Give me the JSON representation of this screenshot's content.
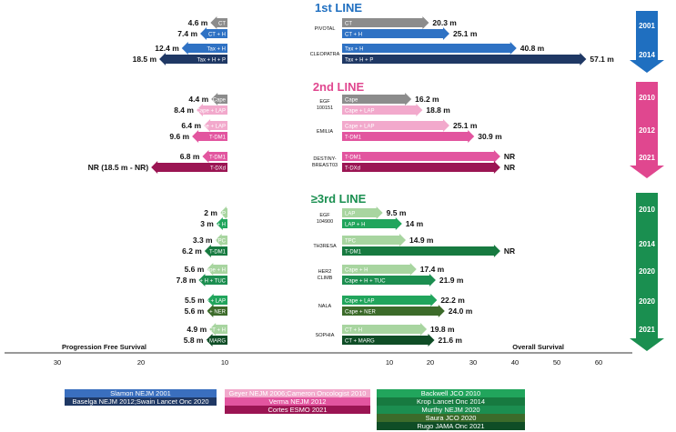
{
  "chart_data": {
    "type": "bar",
    "title": "",
    "left_axis_label": "Progression Free Survival",
    "right_axis_label": "Overall Survival",
    "pfs_ticks": [
      "30",
      "20",
      "10"
    ],
    "os_ticks": [
      "10",
      "20",
      "30",
      "40",
      "50",
      "60"
    ],
    "colors": {
      "line1": "#2E6EB5",
      "line1_dark": "#1F3864",
      "line2": "#E75AA5",
      "line2_dark": "#9B1553",
      "line3": "#1E9E57",
      "line3_dark": "#116B3A",
      "grey": "#808080"
    },
    "sections": [
      {
        "name": "1st LINE",
        "color": "#1F6FC0",
        "years": [
          "2001",
          "2014"
        ],
        "trials": [
          {
            "label": "PIVOTAL",
            "arms": [
              {
                "name": "CT",
                "pfs": 4.6,
                "pfs_label": "4.6 m",
                "os": 20.3,
                "os_label": "20.3 m",
                "color": "#8C8C8C"
              },
              {
                "name": "CT + H",
                "pfs": 7.4,
                "pfs_label": "7.4 m",
                "os": 25.1,
                "os_label": "25.1 m",
                "color": "#2F72C4"
              }
            ]
          },
          {
            "label": "CLEOPATRA",
            "arms": [
              {
                "name": "Tax + H",
                "pfs": 12.4,
                "pfs_label": "12.4 m",
                "os": 40.8,
                "os_label": "40.8 m",
                "color": "#2F72C4"
              },
              {
                "name": "Tax + H + P",
                "pfs": 18.5,
                "pfs_label": "18.5 m",
                "os": 57.1,
                "os_label": "57.1 m",
                "color": "#1F3864"
              }
            ]
          }
        ]
      },
      {
        "name": "2nd LINE",
        "color": "#E0478F",
        "years": [
          "2010",
          "2012",
          "2021"
        ],
        "trials": [
          {
            "label": "EGF 100151",
            "arms": [
              {
                "name": "Cape",
                "pfs": 4.4,
                "pfs_label": "4.4 m",
                "os": 16.2,
                "os_label": "16.2 m",
                "color": "#8C8C8C"
              },
              {
                "name": "Cape + LAP",
                "pfs": 8.4,
                "pfs_label": "8.4 m",
                "os": 18.8,
                "os_label": "18.8 m",
                "color": "#F2A9CC"
              }
            ]
          },
          {
            "label": "EMILIA",
            "arms": [
              {
                "name": "Cape + LAP",
                "pfs": 6.4,
                "pfs_label": "6.4 m",
                "os": 25.1,
                "os_label": "25.1 m",
                "color": "#F2A9CC"
              },
              {
                "name": "T-DM1",
                "pfs": 9.6,
                "pfs_label": "9.6 m",
                "os": 30.9,
                "os_label": "30.9 m",
                "color": "#E2559F"
              }
            ]
          },
          {
            "label": "DESTINY-BREAST03",
            "arms": [
              {
                "name": "T-DM1",
                "pfs": 6.8,
                "pfs_label": "6.8 m",
                "os": null,
                "os_label": "NR",
                "color": "#E2559F"
              },
              {
                "name": "T-DXd",
                "pfs": null,
                "pfs_label": "NR (18.5 m - NR)",
                "os": null,
                "os_label": "NR",
                "color": "#9B1553"
              }
            ]
          }
        ]
      },
      {
        "name": "≥3rd LINE",
        "color": "#1A8F50",
        "years": [
          "2010",
          "2014",
          "2020",
          "2020",
          "2021"
        ],
        "trials": [
          {
            "label": "EGF 104900",
            "arms": [
              {
                "name": "LAP",
                "pfs": 2,
                "pfs_label": "2 m",
                "os": 9.5,
                "os_label": "9.5 m",
                "color": "#A8D5A0"
              },
              {
                "name": "LAP + H",
                "pfs": 3,
                "pfs_label": "3 m",
                "os": 14,
                "os_label": "14 m",
                "color": "#21A55C"
              }
            ]
          },
          {
            "label": "TH3RESA",
            "arms": [
              {
                "name": "TPC",
                "pfs": 3.3,
                "pfs_label": "3.3 m",
                "os": 14.9,
                "os_label": "14.9 m",
                "color": "#A8D5A0"
              },
              {
                "name": "T-DM1",
                "pfs": 6.2,
                "pfs_label": "6.2 m",
                "os": null,
                "os_label": "NR",
                "color": "#177A40"
              }
            ]
          },
          {
            "label": "HER2 CLIMB",
            "arms": [
              {
                "name": "Cape + H",
                "pfs": 5.6,
                "pfs_label": "5.6 m",
                "os": 17.4,
                "os_label": "17.4 m",
                "color": "#A8D5A0"
              },
              {
                "name": "Cape + H + TUC",
                "pfs": 7.8,
                "pfs_label": "7.8 m",
                "os": 21.9,
                "os_label": "21.9 m",
                "color": "#1C8E50"
              }
            ]
          },
          {
            "label": "NALA",
            "arms": [
              {
                "name": "Cape + LAP",
                "pfs": 5.5,
                "pfs_label": "5.5 m",
                "os": 22.2,
                "os_label": "22.2 m",
                "color": "#21A55C"
              },
              {
                "name": "Cape + NER",
                "pfs": 5.6,
                "pfs_label": "5.6 m",
                "os": 24.0,
                "os_label": "24.0 m",
                "color": "#3C6B2A"
              }
            ]
          },
          {
            "label": "SOPHIA",
            "arms": [
              {
                "name": "CT + H",
                "pfs": 4.9,
                "pfs_label": "4.9 m",
                "os": 19.8,
                "os_label": "19.8 m",
                "color": "#A8D5A0"
              },
              {
                "name": "CT + MARG",
                "pfs": 5.8,
                "pfs_label": "5.8 m",
                "os": 21.6,
                "os_label": "21.6 m",
                "color": "#0F4D26"
              }
            ]
          }
        ]
      }
    ],
    "references": [
      [
        {
          "text": "Slamon NEJM 2001",
          "color": "#3A6FBF"
        },
        {
          "text": "Baselga NEJM 2012;Swain Lancet Onc 2020",
          "color": "#1F3864"
        }
      ],
      [
        {
          "text": "Geyer NEJM 2006;Cameron Oncologist 2010",
          "color": "#F2A9CC"
        },
        {
          "text": "Verma NEJM 2012",
          "color": "#E2559F"
        },
        {
          "text": "Cortes ESMO 2021",
          "color": "#9B1553"
        }
      ],
      [
        {
          "text": "Backwell JCO 2010",
          "color": "#21A55C"
        },
        {
          "text": "Krop Lancet Onc 2014",
          "color": "#177A40"
        },
        {
          "text": "Murthy NEJM 2020",
          "color": "#1C8E50"
        },
        {
          "text": "Saura JCO 2020",
          "color": "#3C6B2A"
        },
        {
          "text": "Rugo JAMA Onc 2021",
          "color": "#0F4D26"
        }
      ]
    ]
  }
}
